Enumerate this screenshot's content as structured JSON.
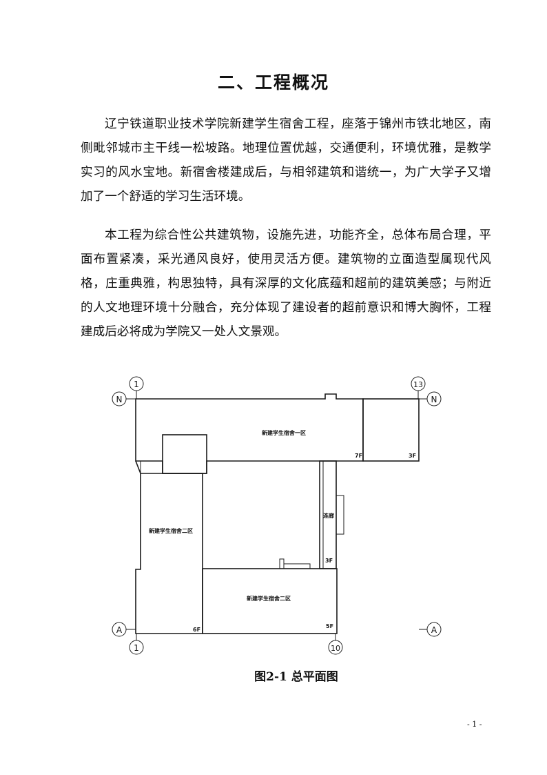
{
  "heading": "二、工程概况",
  "paragraphs": [
    "辽宁铁道职业技术学院新建学生宿舍工程，座落于锦州市铁北地区，南侧毗邻城市主干线一松坡路。地理位置优越，交通便利，环境优雅，是教学实习的风水宝地。新宿舍楼建成后，与相邻建筑和谐统一，为广大学子又增加了一个舒适的学习生活环境。",
    "本工程为综合性公共建筑物，设施先进，功能齐全，总体布局合理，平面布置紧凑，采光通风良好，使用灵活方便。建筑物的立面造型属现代风格，庄重典雅，构思独特，具有深厚的文化底蕴和超前的建筑美感；与附近的人文地理环境十分融合，充分体现了建设者的超前意识和博大胸怀，工程建成后必将成为学院又一处人文景观。"
  ],
  "plan": {
    "zone1_label": "新建学生宿舍一区",
    "zone2_west_label": "新建学生宿舍二区",
    "zone2_south_label": "新建学生宿舍二区",
    "corridor_label": "连廊",
    "floors": {
      "zone1_7f": "7F",
      "zone1_3f": "3F",
      "corridor_3f": "3F",
      "west_6f": "6F",
      "south_5f": "5F"
    },
    "axes": {
      "top_left": "1",
      "top_right": "13",
      "bottom_left": "1",
      "bottom_right": "10",
      "north_left": "N",
      "north_right": "N",
      "south_left": "A",
      "south_right": "A"
    }
  },
  "caption": "图2-1  总平面图",
  "page_number": "- 1 -"
}
